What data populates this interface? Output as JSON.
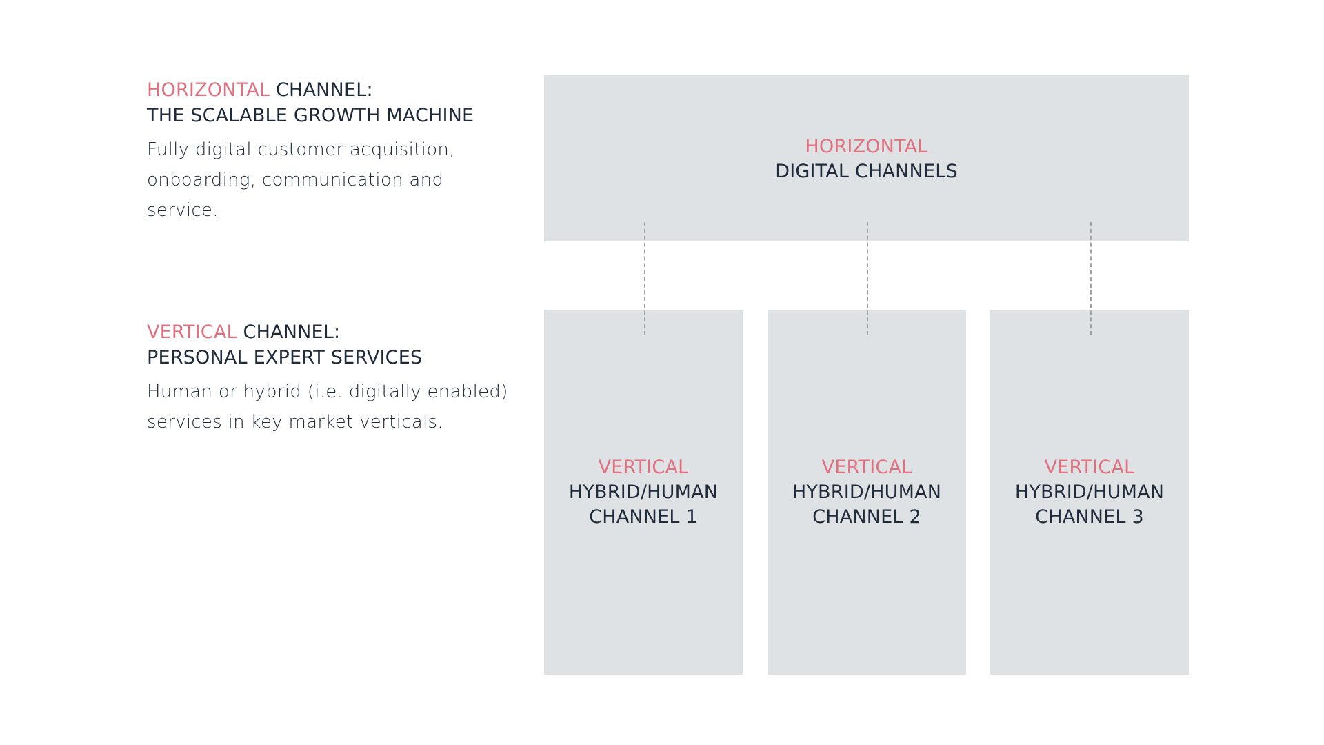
{
  "left_panel": {
    "horizontal": {
      "accent_word": "HORIZONTAL",
      "heading_rest": " CHANNEL:",
      "subheading": "THE SCALABLE GROWTH MACHINE",
      "description_lines": [
        "Fully digital customer acquisition,",
        "onboarding, communication and",
        "service."
      ]
    },
    "vertical": {
      "accent_word": "VERTICAL",
      "heading_rest": " CHANNEL:",
      "subheading": "PERSONAL EXPERT SERVICES",
      "description_lines": [
        "Human or hybrid (i.e. digitally enabled)",
        "services in key market verticals."
      ]
    }
  },
  "diagram": {
    "horizontal_box": {
      "accent": "HORIZONTAL",
      "label": "DIGITAL CHANNELS"
    },
    "vertical_boxes": [
      {
        "accent": "VERTICAL",
        "line1": "HYBRID/HUMAN",
        "line2": "CHANNEL 1"
      },
      {
        "accent": "VERTICAL",
        "line1": "HYBRID/HUMAN",
        "line2": "CHANNEL 2"
      },
      {
        "accent": "VERTICAL",
        "line1": "HYBRID/HUMAN",
        "line2": "CHANNEL 3"
      }
    ]
  },
  "colors": {
    "accent": "#e0707e",
    "text_dark": "#1f2b3a",
    "box_fill": "#dfe2e5",
    "connector": "#9ea3a8"
  }
}
